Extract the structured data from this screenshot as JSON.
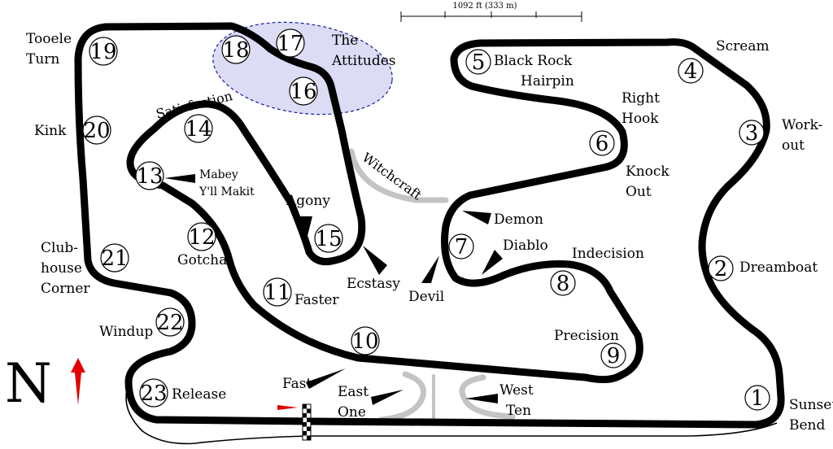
{
  "map": {
    "scale_label": "1092 ft (333 m)",
    "north_label": "N",
    "colors": {
      "track": "#000000",
      "alt_layout": "#c4c4c4",
      "attitudes_fill": "#dcdcf5",
      "attitudes_stroke": "#1a1a9c",
      "north_arrow": "#e00000",
      "start_arrow": "#e00000"
    },
    "attitudes_label": [
      "The",
      "Attitudes"
    ],
    "turn_numbers": [
      "1",
      "2",
      "3",
      "4",
      "5",
      "6",
      "7",
      "8",
      "9",
      "10",
      "11",
      "12",
      "13",
      "14",
      "15",
      "16",
      "17",
      "18",
      "19",
      "20",
      "21",
      "22",
      "23"
    ],
    "turn_names": {
      "t1": [
        "Sunset",
        "Bend"
      ],
      "t2": [
        "Dreamboat"
      ],
      "t3": [
        "Work-",
        "out"
      ],
      "t4": [
        "Scream"
      ],
      "t5": [
        "Black Rock",
        "Hairpin"
      ],
      "t6a": [
        "Right",
        "Hook"
      ],
      "t6b": [
        "Knock",
        "Out"
      ],
      "t7demon": [
        "Demon"
      ],
      "t7diablo": [
        "Diablo"
      ],
      "t7devil": [
        "Devil"
      ],
      "t8": [
        "Indecision"
      ],
      "t9": [
        "Precision"
      ],
      "t11": [
        "Faster"
      ],
      "t12": [
        "Gotcha"
      ],
      "t13": [
        "Mabey",
        "Y'll Makit"
      ],
      "t14": [
        "Satisfaction"
      ],
      "t15a": [
        "Agony"
      ],
      "t15b": [
        "Ecstasy"
      ],
      "witchcraft": [
        "Witchcraft"
      ],
      "t19": [
        "Tooele",
        "Turn"
      ],
      "t20": [
        "Kink"
      ],
      "t21": [
        "Club-",
        "house",
        "Corner"
      ],
      "t22": [
        "Windup"
      ],
      "t23": [
        "Release"
      ],
      "fast": [
        "Fast"
      ],
      "east": [
        "East",
        "One"
      ],
      "west": [
        "West",
        "Ten"
      ]
    }
  }
}
